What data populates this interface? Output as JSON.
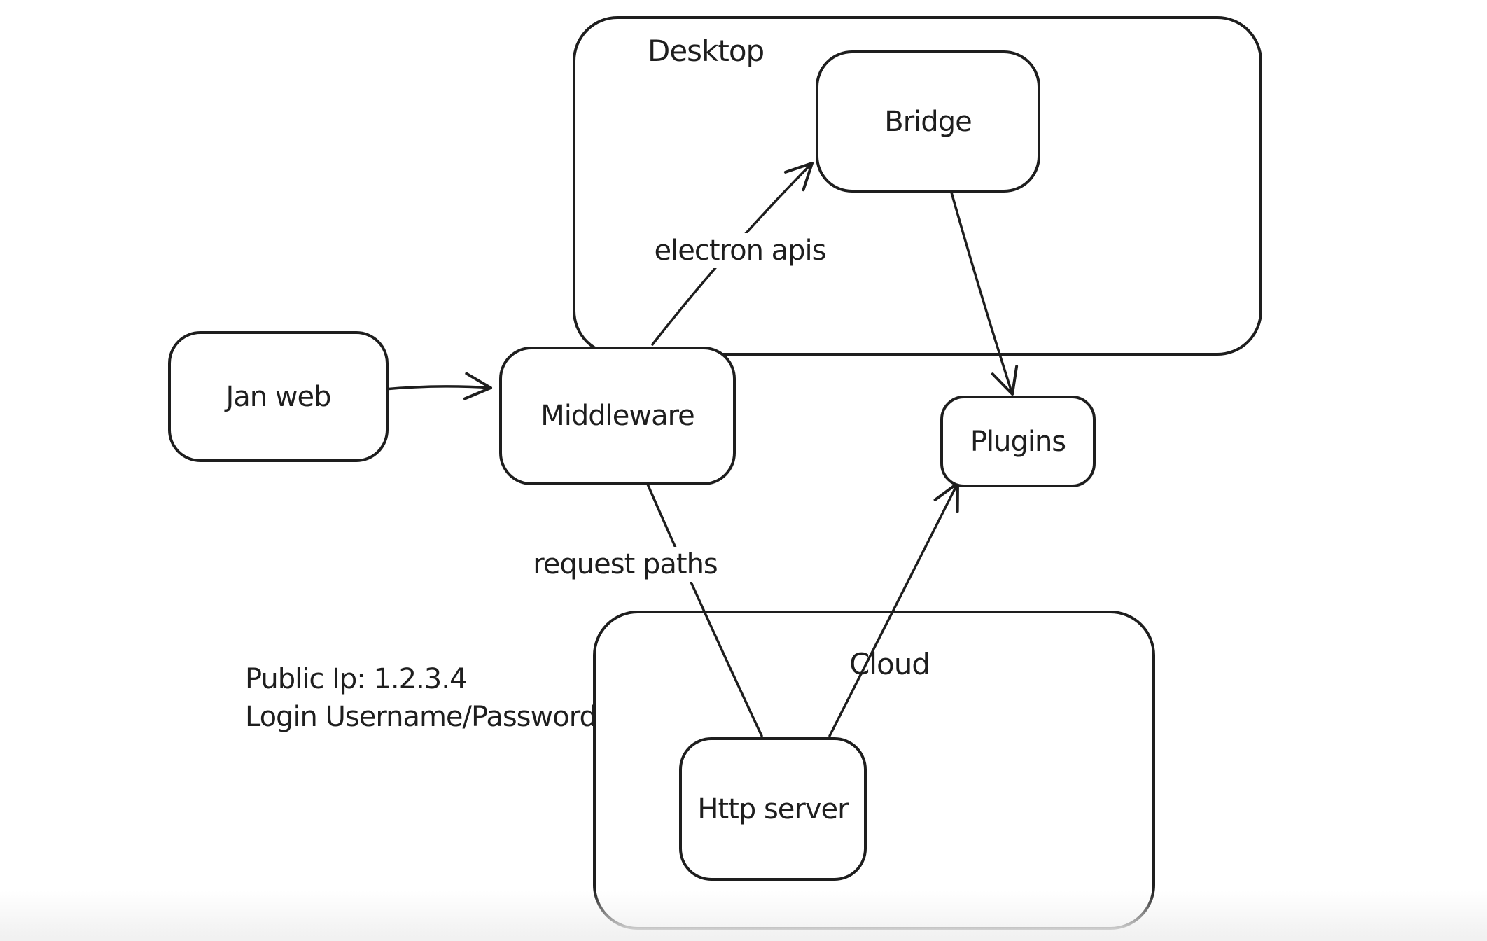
{
  "diagram": {
    "colors": {
      "stroke": "#1e1e1e",
      "canvas_bg": "#ffffff"
    },
    "containers": [
      {
        "id": "desktop",
        "label": "Desktop"
      },
      {
        "id": "cloud",
        "label": "Cloud"
      }
    ],
    "nodes": [
      {
        "id": "jan-web",
        "label": "Jan web"
      },
      {
        "id": "middleware",
        "label": "Middleware"
      },
      {
        "id": "bridge",
        "label": "Bridge"
      },
      {
        "id": "plugins",
        "label": "Plugins"
      },
      {
        "id": "http-server",
        "label": "Http server"
      }
    ],
    "edges": [
      {
        "from": "Jan web",
        "to": "Middleware",
        "label": "",
        "arrowhead": "end"
      },
      {
        "from": "Middleware",
        "to": "Bridge",
        "label": "electron apis",
        "arrowhead": "end"
      },
      {
        "from": "Bridge",
        "to": "Plugins",
        "label": "",
        "arrowhead": "end"
      },
      {
        "from": "Http server",
        "to": "Plugins",
        "label": "",
        "arrowhead": "end"
      },
      {
        "from": "Middleware",
        "to": "Http server",
        "label": "request paths",
        "arrowhead": "none"
      }
    ],
    "annotations": [
      "Public Ip: 1.2.3.4",
      "Login Username/Password"
    ]
  }
}
